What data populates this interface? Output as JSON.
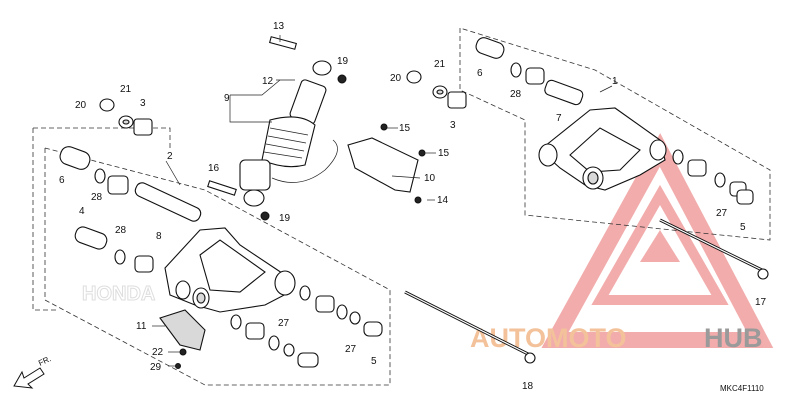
{
  "callouts": {
    "c1": "1",
    "c2": "2",
    "c3a": "3",
    "c3b": "3",
    "c4": "4",
    "c5a": "5",
    "c5b": "5",
    "c6a": "6",
    "c6b": "6",
    "c7": "7",
    "c8": "8",
    "c9": "9",
    "c10": "10",
    "c11": "11",
    "c12": "12",
    "c13": "13",
    "c14": "14",
    "c15a": "15",
    "c15b": "15",
    "c16": "16",
    "c17": "17",
    "c18": "18",
    "c19a": "19",
    "c19b": "19",
    "c20a": "20",
    "c20b": "20",
    "c21a": "21",
    "c21b": "21",
    "c22": "22",
    "c27a": "27",
    "c27b": "27",
    "c27c": "27",
    "c28a": "28",
    "c28b": "28",
    "c28c": "28",
    "c29": "29"
  },
  "front_label": "FR.",
  "diagram_ref": "MKC4F1110",
  "watermark": {
    "brand_part1": "AUTOMOTO",
    "brand_part2": "HUB",
    "ghost_text": "HONDA",
    "accent_color": "#e86a6a"
  }
}
